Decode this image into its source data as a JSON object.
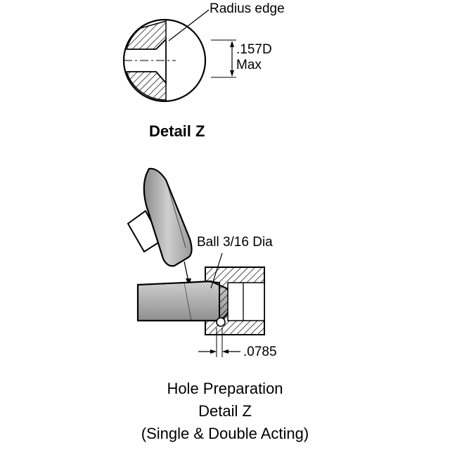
{
  "detail_top": {
    "radius_label": "Radius edge",
    "dim_value": ".157D",
    "dim_max": "Max",
    "title": "Detail Z"
  },
  "detail_bottom": {
    "ball_label": "Ball 3/16 Dia",
    "dim_value": ".0785"
  },
  "caption": {
    "line1": "Hole Preparation",
    "line2": "Detail Z",
    "line3": "(Single & Double Acting)"
  }
}
